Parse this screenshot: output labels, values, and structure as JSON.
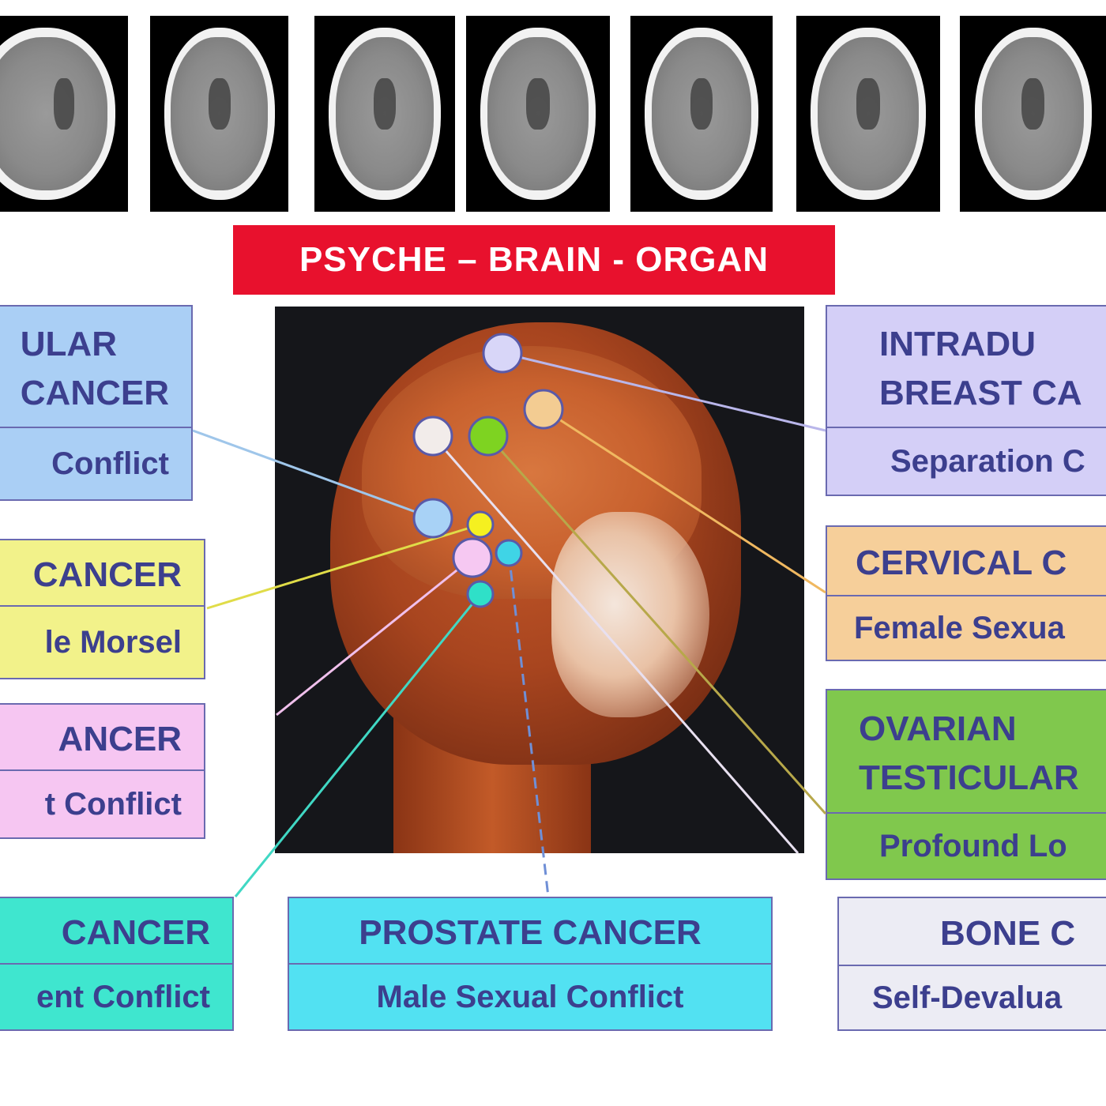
{
  "title": "PSYCHE – BRAIN - ORGAN",
  "scans": [
    {
      "name": "scan-1"
    },
    {
      "name": "scan-2"
    },
    {
      "name": "scan-3"
    },
    {
      "name": "scan-4"
    },
    {
      "name": "scan-5"
    },
    {
      "name": "scan-6"
    },
    {
      "name": "scan-7"
    }
  ],
  "labels": {
    "l1": {
      "heading": "ULAR\nCANCER",
      "sub": "Conflict",
      "color": "#aacff5"
    },
    "l2": {
      "heading": "CANCER",
      "sub": "le Morsel",
      "color": "#f2f28a"
    },
    "l3": {
      "heading": "ANCER",
      "sub": "t Conflict",
      "color": "#f6c6f2"
    },
    "l4": {
      "heading": "CANCER",
      "sub": "ent Conflict",
      "color": "#3fe6cf"
    },
    "c1": {
      "heading": "PROSTATE CANCER",
      "sub": "Male Sexual Conflict",
      "color": "#52e1f2"
    },
    "r1": {
      "heading": "INTRADU\nBREAST CA",
      "sub": "Separation C",
      "color": "#d4cff7"
    },
    "r2": {
      "heading": "CERVICAL C",
      "sub": "Female Sexua",
      "color": "#f6cf9a"
    },
    "r3": {
      "heading": "OVARIAN\nTESTICULAR",
      "sub": "Profound Lo",
      "color": "#80c84d"
    },
    "r4": {
      "heading": "BONE C",
      "sub": "Self-Devalua",
      "color": "#ececf4"
    }
  },
  "markers": [
    {
      "name": "marker-lavender",
      "color": "#d8d6f8"
    },
    {
      "name": "marker-orange",
      "color": "#f3cc92"
    },
    {
      "name": "marker-white",
      "color": "#f2ecea"
    },
    {
      "name": "marker-green",
      "color": "#7ed321"
    },
    {
      "name": "marker-blue",
      "color": "#a8d2f6"
    },
    {
      "name": "marker-yellow",
      "color": "#f5f020"
    },
    {
      "name": "marker-pink",
      "color": "#f6c8f2"
    },
    {
      "name": "marker-cyan",
      "color": "#3fd4e6"
    },
    {
      "name": "marker-teal",
      "color": "#2fe0c8"
    }
  ]
}
